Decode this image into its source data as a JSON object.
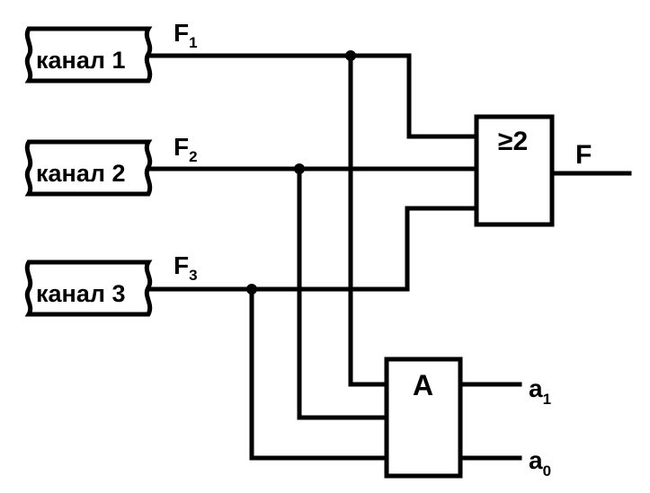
{
  "channels": [
    {
      "label": "канал 1",
      "signal": "F",
      "index": "1"
    },
    {
      "label": "канал 2",
      "signal": "F",
      "index": "2"
    },
    {
      "label": "канал 3",
      "signal": "F",
      "index": "3"
    }
  ],
  "majority_gate": {
    "label": "≥2",
    "output": "F"
  },
  "analyzer": {
    "label": "A",
    "outputs": [
      {
        "signal": "a",
        "index": "1"
      },
      {
        "signal": "a",
        "index": "0"
      }
    ]
  }
}
